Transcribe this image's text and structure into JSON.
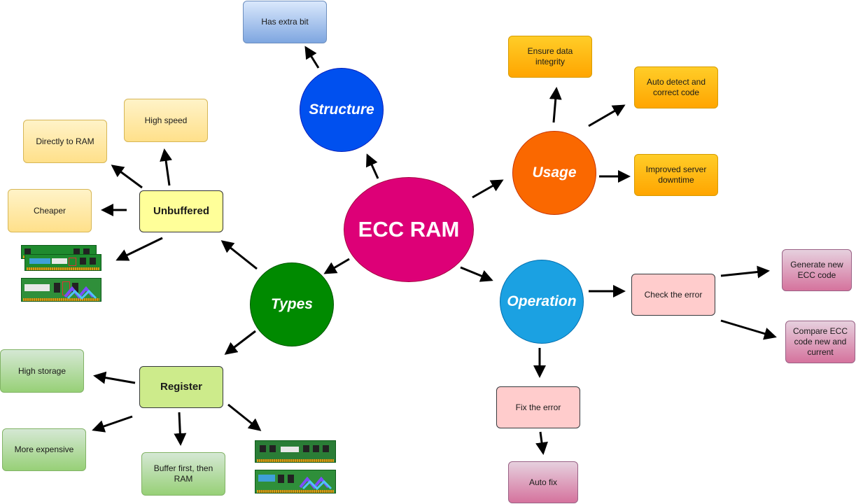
{
  "center": {
    "label": "ECC RAM",
    "color": "#dd0077"
  },
  "structure": {
    "label": "Structure",
    "color": "#0050ef",
    "child": "Has extra bit"
  },
  "usage": {
    "label": "Usage",
    "color": "#fa6800",
    "children": [
      "Ensure data integrity",
      "Auto detect and correct code",
      "Improved server downtime"
    ]
  },
  "operation": {
    "label": "Operation",
    "color": "#1ba1e2",
    "check": "Check the error",
    "check_children": [
      "Generate new ECC code",
      "Compare ECC code new and current"
    ],
    "fix": "Fix the error",
    "fix_child": "Auto fix"
  },
  "types": {
    "label": "Types",
    "color": "#008a00",
    "unbuffered": {
      "label": "Unbuffered",
      "children": [
        "High speed",
        "Directly to RAM",
        "Cheaper"
      ]
    },
    "register": {
      "label": "Register",
      "children": [
        "High storage",
        "More expensive",
        "Buffer first, then RAM"
      ]
    }
  },
  "images": [
    "unbuffered-ram-image",
    "registered-ram-image"
  ]
}
